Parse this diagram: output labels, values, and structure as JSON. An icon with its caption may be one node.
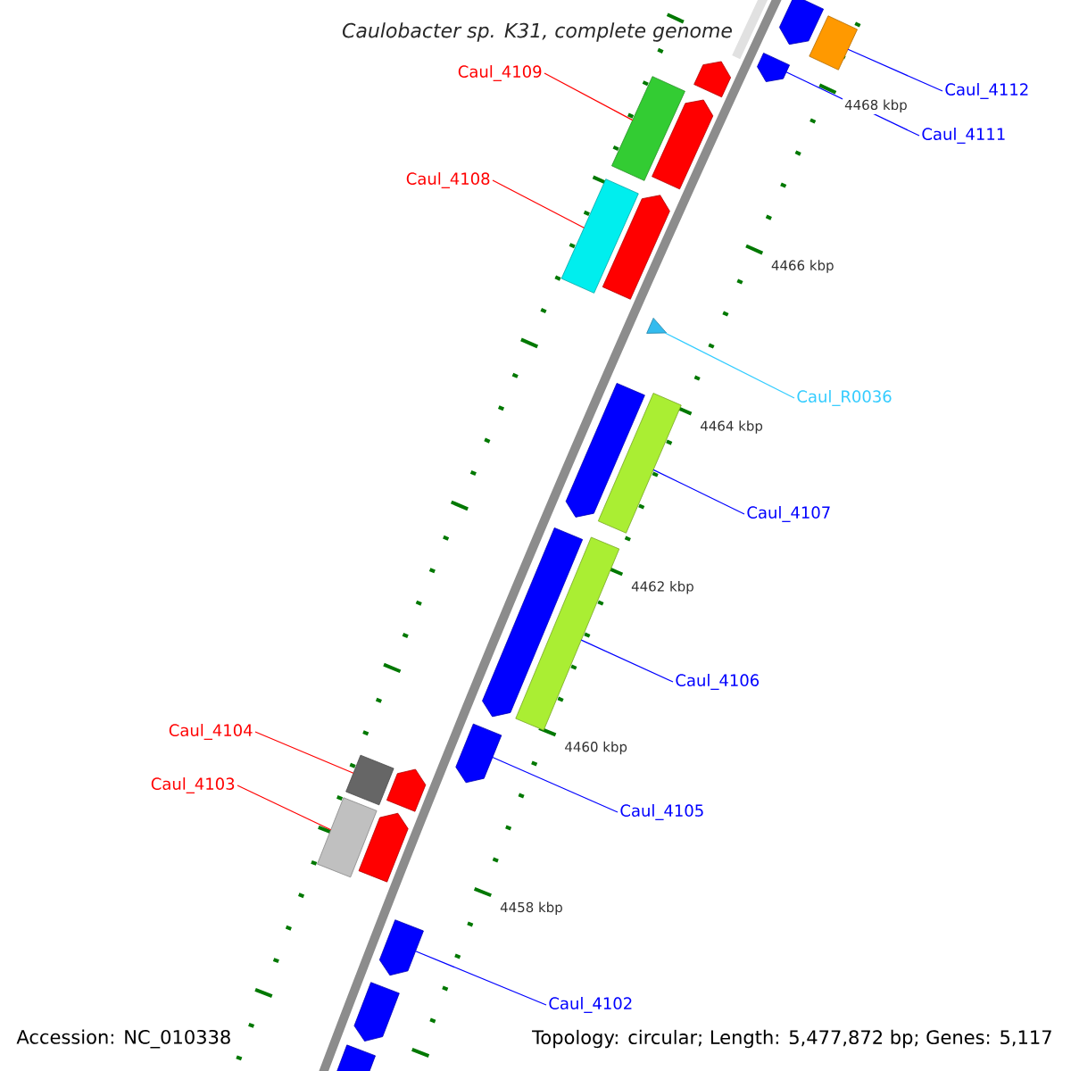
{
  "diagram": {
    "title": "Caulobacter sp. K31, complete genome",
    "nodes": [
      {
        "text": [
          "Caul_4109"
        ]
      },
      {
        "text": [
          "Caul_4112"
        ]
      },
      {
        "text": [
          "Caul_4111"
        ]
      },
      {
        "text": [
          "Caul_4108"
        ]
      },
      {
        "text": [
          "Caul_R0036"
        ]
      },
      {
        "text": [
          "Caul_4107"
        ]
      },
      {
        "text": [
          "Caul_4106"
        ]
      },
      {
        "text": [
          "Caul_4104"
        ]
      },
      {
        "text": [
          "Caul_4103"
        ]
      },
      {
        "text": [
          "Caul_4105"
        ]
      },
      {
        "text": [
          "Caul_4102"
        ]
      },
      {
        "text": [],
        "shape": "pentagon"
      },
      {
        "text": [],
        "shape": "box"
      },
      {
        "text": [],
        "shape": "pentagon"
      },
      {
        "text": [],
        "shape": "pentagon"
      },
      {
        "text": [],
        "shape": "box"
      },
      {
        "text": [],
        "shape": "pentagon"
      },
      {
        "text": [],
        "shape": "box"
      },
      {
        "text": [],
        "shape": "pentagon"
      },
      {
        "text": [],
        "shape": "triangle"
      },
      {
        "text": [],
        "shape": "pentagon"
      },
      {
        "text": [],
        "shape": "box"
      },
      {
        "text": [],
        "shape": "pentagon"
      },
      {
        "text": [],
        "shape": "box"
      },
      {
        "text": [],
        "shape": "pentagon"
      },
      {
        "text": [],
        "shape": "pentagon"
      },
      {
        "text": [],
        "shape": "box"
      },
      {
        "text": [],
        "shape": "pentagon"
      },
      {
        "text": [],
        "shape": "box"
      },
      {
        "text": [],
        "shape": "pentagon"
      },
      {
        "text": [],
        "shape": "pentagon"
      },
      {
        "text": [],
        "shape": "pentagon"
      }
    ],
    "edges": [
      {
        "from": 0,
        "to": 15,
        "arrow": "none",
        "color": "#ff0000"
      },
      {
        "from": 1,
        "to": 12,
        "arrow": "none"
      },
      {
        "from": 2,
        "to": 13,
        "arrow": "none"
      },
      {
        "from": 3,
        "to": 17,
        "arrow": "none",
        "color": "#ff0000"
      },
      {
        "from": 4,
        "to": 19,
        "arrow": "none",
        "color": "#33ccff"
      },
      {
        "from": 5,
        "to": 21,
        "arrow": "none"
      },
      {
        "from": 6,
        "to": 23,
        "arrow": "none"
      },
      {
        "from": 7,
        "to": 26,
        "arrow": "none",
        "color": "#ff0000"
      },
      {
        "from": 8,
        "to": 28,
        "arrow": "none",
        "color": "#ff0000"
      },
      {
        "from": 9,
        "to": 24,
        "arrow": "none"
      },
      {
        "from": 10,
        "to": 29,
        "arrow": "none"
      }
    ],
    "labels": [
      "4468 kbp",
      "4466 kbp",
      "4464 kbp",
      "4462 kbp",
      "4460 kbp",
      "4458 kbp",
      "Accession: NC_010338",
      "Topology: circular; Length: 5,477,872 bp; Genes: 5,117"
    ]
  }
}
